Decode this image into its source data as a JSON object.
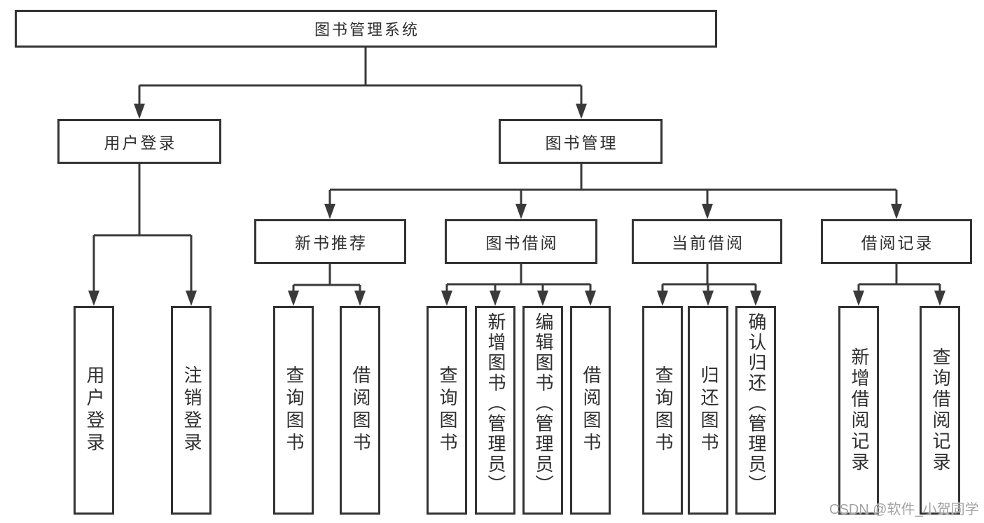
{
  "diagram": {
    "root": {
      "label": "图书管理系统"
    },
    "level2": [
      {
        "label": "用户登录"
      },
      {
        "label": "图书管理"
      }
    ],
    "level3": [
      {
        "label": "新书推荐",
        "parent": "图书管理"
      },
      {
        "label": "图书借阅",
        "parent": "图书管理"
      },
      {
        "label": "当前借阅",
        "parent": "图书管理"
      },
      {
        "label": "借阅记录",
        "parent": "图书管理"
      }
    ],
    "leaves": [
      {
        "label": "用户登录",
        "parent": "用户登录"
      },
      {
        "label": "注销登录",
        "parent": "用户登录"
      },
      {
        "label": "查询图书",
        "parent": "新书推荐"
      },
      {
        "label": "借阅图书",
        "parent": "新书推荐"
      },
      {
        "label": "查询图书",
        "parent": "图书借阅"
      },
      {
        "label": "新增图书（管理员）",
        "parent": "图书借阅"
      },
      {
        "label": "编辑图书（管理员）",
        "parent": "图书借阅"
      },
      {
        "label": "借阅图书",
        "parent": "图书借阅"
      },
      {
        "label": "查询图书",
        "parent": "当前借阅"
      },
      {
        "label": "归还图书",
        "parent": "当前借阅"
      },
      {
        "label": "确认归还（管理员）",
        "parent": "当前借阅"
      },
      {
        "label": "新增借阅记录",
        "parent": "借阅记录"
      },
      {
        "label": "查询借阅记录",
        "parent": "借阅记录"
      }
    ]
  },
  "watermark": {
    "text": "CSDN @软件_小贺同学"
  },
  "colors": {
    "line": "#3a3a3a",
    "box_border": "#333333",
    "text": "#2f2f2f",
    "watermark": "#a3a3a3",
    "background": "#ffffff"
  }
}
